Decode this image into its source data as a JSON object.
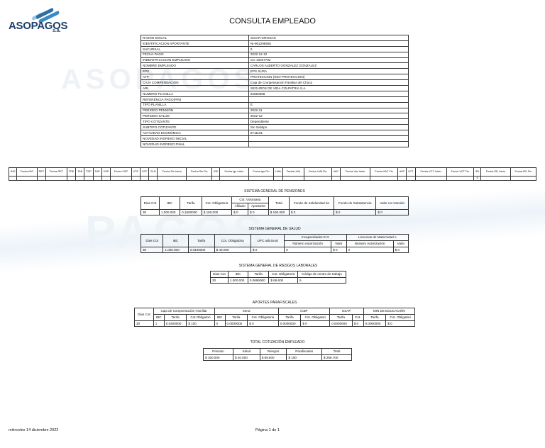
{
  "logo": {
    "name": "ASOPAGOS",
    "suffix": "s.a."
  },
  "watermark": {
    "upper": "ASOPAGOS",
    "lower": "PAGOS"
  },
  "title": "CONSULTA EMPLEADO",
  "info": [
    {
      "k": "RAZON SOCIAL",
      "v": "SIGAR GRISSAS"
    },
    {
      "k": "IDENTIFICACION APORTANTE",
      "v": "NI-901299455"
    },
    {
      "k": "SUCURSAL",
      "v": "0"
    },
    {
      "k": "FECHA PAGO",
      "v": "2022-12-12"
    },
    {
      "k": "INDENTIFICACION EMPLEADO",
      "v": "CC-10027792"
    },
    {
      "k": "NOMBRE EMPLEADO",
      "v": "CARLOS ALBERTO GONZALEZ GONZALEZ"
    },
    {
      "k": "EPS",
      "v": "EPS SURA"
    },
    {
      "k": "AFP",
      "v": "PROTECCION (ING+PROTECCION)"
    },
    {
      "k": "CAJA COMPENSACION",
      "v": "Caja de Compensacion Familiar del Choco"
    },
    {
      "k": "ARL",
      "v": "SEGUROS DE VIDA COLPATRIA S.A."
    },
    {
      "k": "NUMERO PLANILLA",
      "v": "94650568"
    },
    {
      "k": "REFERENCIA PAGO(PIN)",
      "v": ""
    },
    {
      "k": "TIPO PLANILLA",
      "v": "E"
    },
    {
      "k": "PERIODO PENSIÓN",
      "v": "2022-11"
    },
    {
      "k": "PERIODO SALUD",
      "v": "2022-12"
    },
    {
      "k": "TIPO COTIZANTE",
      "v": "Dependiente"
    },
    {
      "k": "SUBTIPO COTIZANTE",
      "v": "Sin Subtipo"
    },
    {
      "k": "ACTIVIDAD ECONÓMICA",
      "v": "5711101"
    },
    {
      "k": "NOVEDAD INGRESO INICIAL",
      "v": ""
    },
    {
      "k": "NOVEDAD INGRESO FINAL",
      "v": ""
    }
  ],
  "novedades": {
    "headers": [
      "ING",
      "Fecha ING",
      "RET",
      "Fecha RET",
      "TDE",
      "TAE",
      "TDP",
      "TAP",
      "VSP",
      "Fecha VSP",
      "VTE",
      "VST",
      "SLN",
      "Fecha Sln Inicio",
      "Fecha Sln Fin",
      "IGE",
      "Fecha Ige Inicio",
      "Fecha Ige Fin",
      "LMA",
      "Fecha LMA",
      "Fecha LMA Fin",
      "VAC",
      "Fecha Vac Inicio",
      "Fecha VAC Fin",
      "AVP",
      "VCT",
      "Fecha VCT Inicio",
      "Fecha VCT Fin",
      "IRL",
      "Fecha IRL Inicio",
      "Fecha IRL Fin"
    ],
    "row": [
      "",
      "",
      "",
      "",
      "",
      "",
      "",
      "",
      "",
      "",
      "",
      "",
      "",
      "",
      "",
      "",
      "",
      "",
      "",
      "",
      "",
      "",
      "",
      "",
      "",
      "",
      "",
      "",
      "0",
      "",
      ""
    ]
  },
  "pension": {
    "title": "SISTEMA GENERAL DE PENSIONES",
    "h": {
      "dias": "Dias Cot",
      "ibc": "IBC",
      "tarifa": "Tarifa",
      "cot": "Cot. Obligatoria",
      "vol": "Cot. Voluntaria",
      "afil": "Afiliado",
      "aport": "Aportante",
      "total": "Total",
      "fondo": "Fondo de Solidaridad de",
      "sub": "Fondo de Subsistencia",
      "noret": "Valor no retenido"
    },
    "row": [
      "30",
      "1.000.000",
      "0.1600000",
      "$ 160.000",
      "$ 0",
      "$ 0",
      "$ 160.000",
      "$ 0",
      "$ 0",
      "$ 0"
    ]
  },
  "salud": {
    "title": "SISTEMA GENERAL DE SALUD",
    "h": {
      "dias": "Dias Cot",
      "ibc": "IBC",
      "tarifa": "Tarifa",
      "cot": "Cot. Obligatoria",
      "upc": "UPC adicional",
      "inc": "Incapacidades E.G",
      "lic": "Licencias de Maternidad o",
      "num1": "Número Autorización",
      "val1": "Valor",
      "num2": "Número Autorización",
      "val2": "Valor"
    },
    "row": [
      "30",
      "1.000.000",
      "0.0400000",
      "$ 40.000",
      "$ 0",
      "0",
      "$ 0",
      "0",
      "$ 0"
    ]
  },
  "riesgos": {
    "title": "SISTEMA GENERAL DE RIESGOS LABORALES",
    "h": [
      "Dias Cot",
      "IBC",
      "Tarifa",
      "Cot. Obligatoria",
      "Código de centro de trabajo"
    ],
    "row": [
      "30",
      "1.000.000",
      "0.0696000",
      "$ 69.600",
      "5"
    ]
  },
  "parafiscales": {
    "title": "APORTES PARAFISCALES",
    "groups": [
      "Caja de Compensación Familiar",
      "Sena",
      "ICBF",
      "ESAP",
      "MIN DE EDUCACIÓN"
    ],
    "dias": "Dias Cot",
    "sub": [
      "IBC",
      "Tarifa",
      "Cot.Obligatori",
      "IBC",
      "Tarifa",
      "Cot. Obligatoria",
      "Tarifa",
      "Cot. Obligatori",
      "Tarifa",
      "Cot.",
      "Tarifa",
      "Cot. Obligatori"
    ],
    "row": [
      "30",
      "1",
      "0.0400000",
      "$ 100",
      "0",
      "0.0000000",
      "$ 0",
      "0.0000000",
      "$ 0",
      "0.0000000",
      "$ 0",
      "0.0000000",
      "$ 0"
    ]
  },
  "total": {
    "title": "TOTAL COTIZACIÓN EMPLEADO",
    "h": [
      "Pension",
      "Salud",
      "Riesgos",
      "Parafiscales",
      "Total"
    ],
    "row": [
      "$ 160.000",
      "$ 40.000",
      "$ 69.600",
      "$ 100",
      "$ 269.700"
    ]
  },
  "footer": {
    "date": "miércoles 14 diciembre 2022",
    "page": "Página 1 de 1"
  }
}
